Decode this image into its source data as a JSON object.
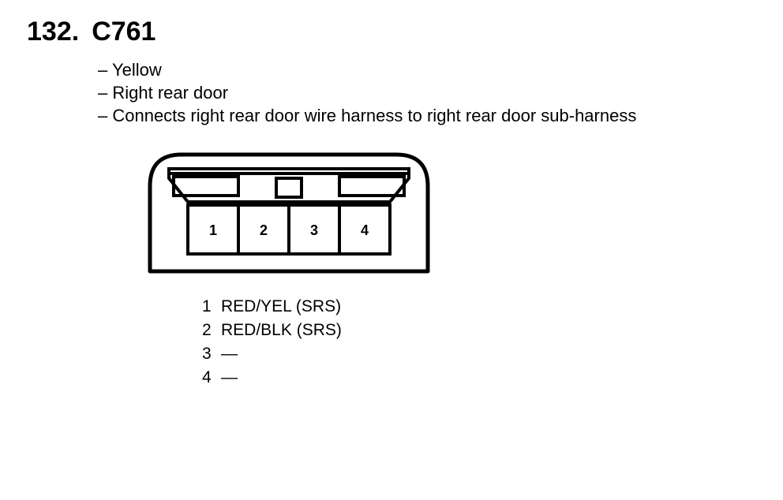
{
  "header": {
    "number": "132.",
    "code": "C761"
  },
  "details": [
    "– Yellow",
    "– Right rear door",
    "– Connects right rear door wire harness to right rear door sub-harness"
  ],
  "connector": {
    "cavities": [
      "1",
      "2",
      "3",
      "4"
    ]
  },
  "pinout": [
    {
      "pin": "1",
      "wire": "RED/YEL (SRS)"
    },
    {
      "pin": "2",
      "wire": "RED/BLK (SRS)"
    },
    {
      "pin": "3",
      "wire": "—"
    },
    {
      "pin": "4",
      "wire": "—"
    }
  ]
}
